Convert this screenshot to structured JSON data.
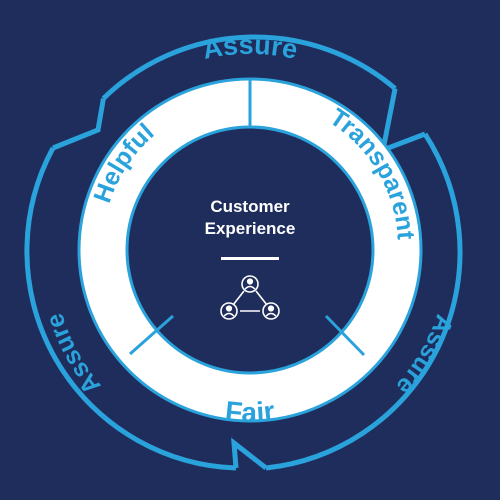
{
  "colors": {
    "background": "#1f2d5c",
    "accent": "#2aa2dc",
    "ring": "#ffffff",
    "center": "#1f2d5c"
  },
  "outer_ring": {
    "labels": [
      "Assure",
      "Assure",
      "Assure"
    ]
  },
  "inner_ring": {
    "segments": [
      "Helpful",
      "Transparent",
      "Fair"
    ]
  },
  "center": {
    "title_line1": "Customer",
    "title_line2": "Experience",
    "icon": "people-network-icon"
  }
}
